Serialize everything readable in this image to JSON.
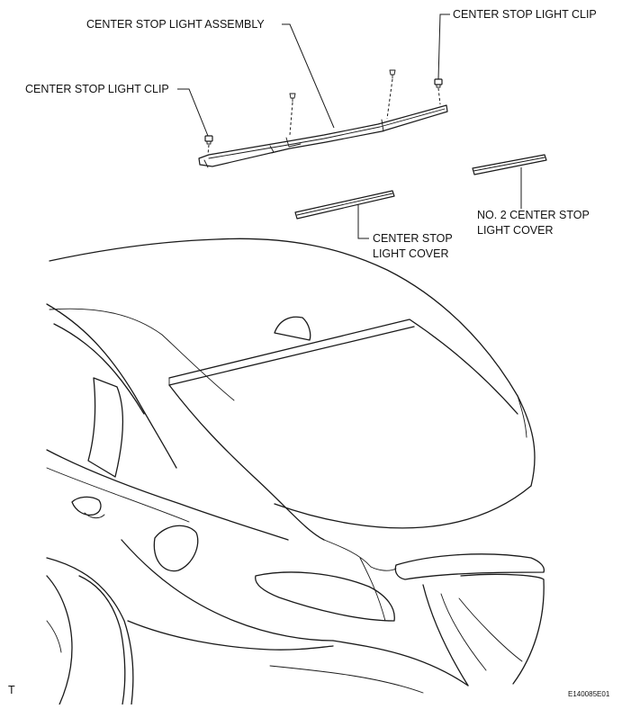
{
  "labels": {
    "assembly": "CENTER STOP LIGHT ASSEMBLY",
    "clip_right": "CENTER STOP LIGHT CLIP",
    "clip_left": "CENTER STOP LIGHT CLIP",
    "cover_line1": "CENTER STOP",
    "cover_line2": "LIGHT COVER",
    "cover2_line1": "NO. 2 CENTER STOP",
    "cover2_line2": "LIGHT COVER"
  },
  "corner_mark": "T",
  "figure_code": "E140085E01"
}
